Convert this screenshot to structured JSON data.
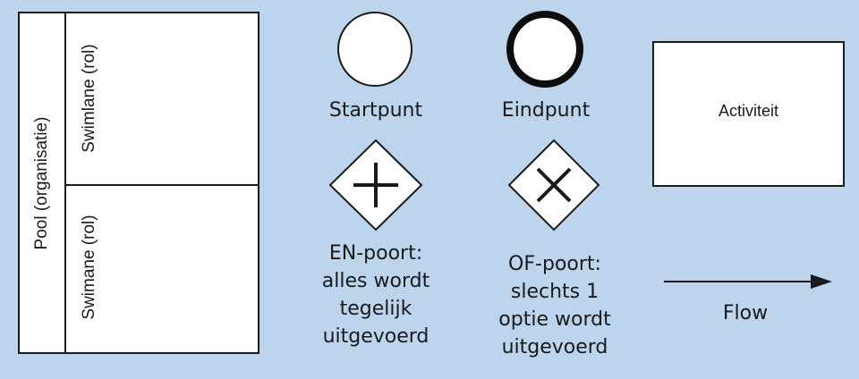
{
  "pool": {
    "label": "Pool (organisatie)",
    "lane_top": "Swimlane (rol)",
    "lane_bottom": "Swimane (rol)"
  },
  "start": {
    "label": "Startpunt"
  },
  "end": {
    "label": "Eindpunt"
  },
  "activity": {
    "label": "Activiteit"
  },
  "and_gateway": {
    "lines": [
      "EN-poort:",
      "alles wordt",
      "tegelijk",
      "uitgevoerd"
    ]
  },
  "or_gateway": {
    "lines": [
      "OF-poort:",
      "slechts 1",
      "optie wordt",
      "uitgevoerd"
    ]
  },
  "flow": {
    "label": "Flow"
  }
}
